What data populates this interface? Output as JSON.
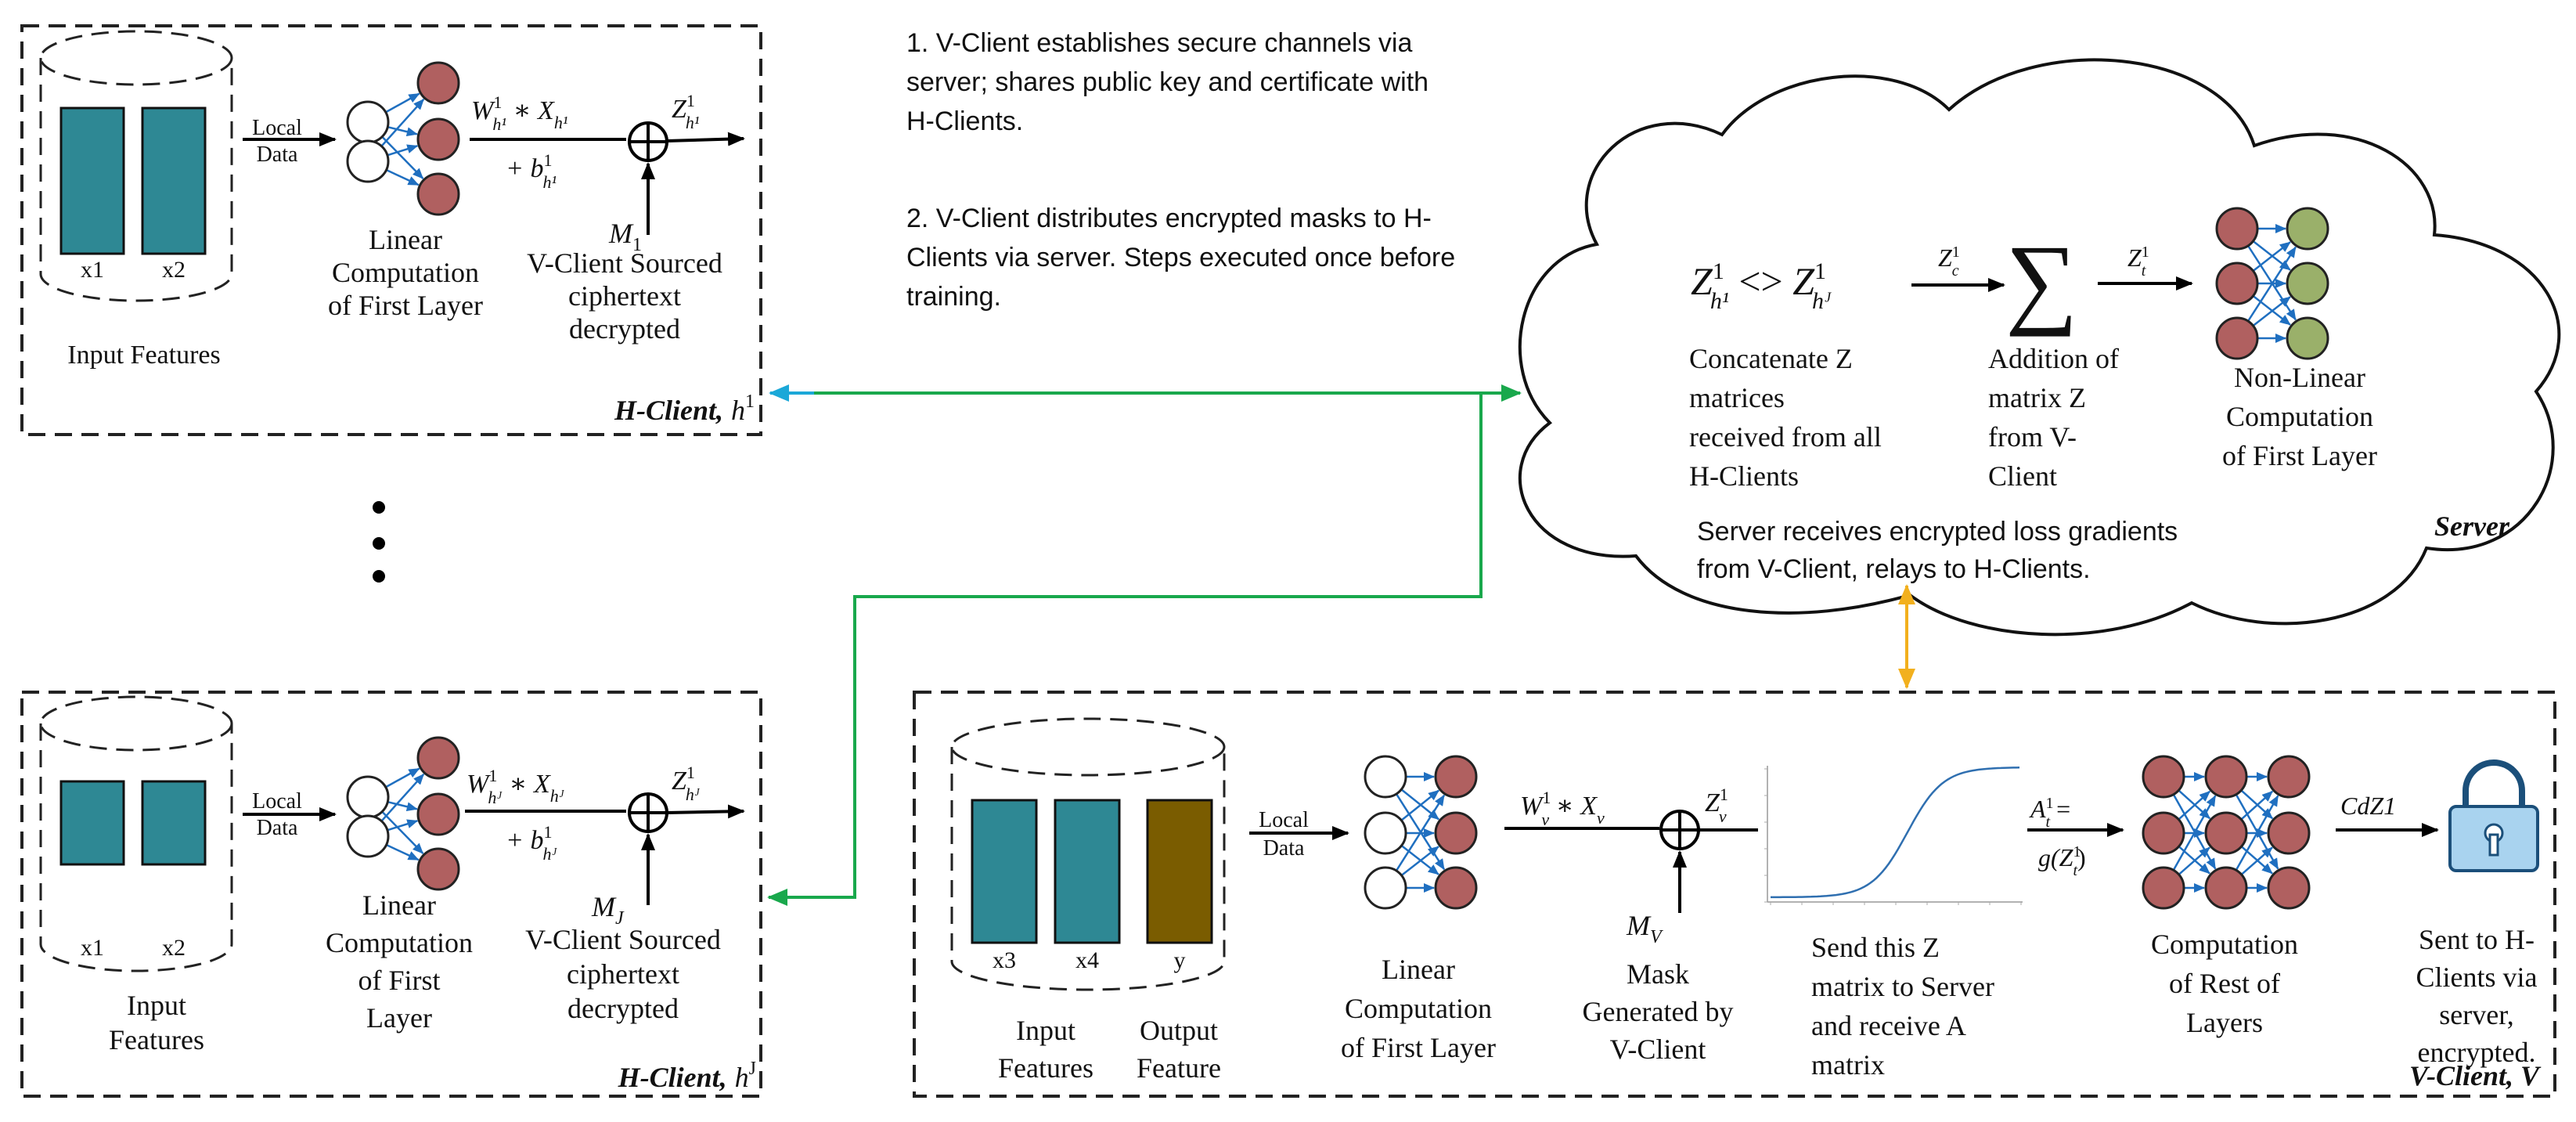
{
  "colors": {
    "teal": "#2e8894",
    "olive": "#7a5c00",
    "node_red": "#b06060",
    "node_green": "#9ab06a",
    "edge_blue": "#1f6fc0",
    "link_cyan": "#1ba8d8",
    "link_green": "#19a84c",
    "link_orange": "#f2b01e",
    "lock_blue": "#a9d3ef"
  },
  "notes": {
    "step1": [
      "1. V-Client establishes secure channels via",
      "server; shares public key and certificate with",
      "H-Clients."
    ],
    "step2": [
      "2. V-Client distributes encrypted masks to H-",
      "Clients via server. Steps executed once before",
      "training."
    ]
  },
  "h1": {
    "name": "H-Client,",
    "name_math": "h",
    "name_sup": "1",
    "db_cols": [
      "x1",
      "x2"
    ],
    "db_label": [
      "Input Features"
    ],
    "local_data": [
      "Local",
      "Data"
    ],
    "lin_label": [
      "Linear",
      "Computation",
      "of First Layer"
    ],
    "eq_top": "W",
    "eq_top_sup": "1",
    "eq_top_sub": "h¹",
    "eq_top_mid": " ∗ X",
    "eq_top_sub2": "h¹",
    "eq_bottom": "+ b",
    "eq_bottom_sup": "1",
    "eq_bottom_sub": "h¹",
    "z_out": "Z",
    "z_out_sup": "1",
    "z_out_sub": "h¹",
    "mask": "M",
    "mask_sub": "1",
    "mask_label": [
      "V-Client Sourced",
      "ciphertext",
      "decrypted"
    ]
  },
  "hj": {
    "name": "H-Client,",
    "name_math": "h",
    "name_sup": "J",
    "db_cols": [
      "x1",
      "x2"
    ],
    "db_label": [
      "Input",
      "Features"
    ],
    "local_data": [
      "Local",
      "Data"
    ],
    "lin_label": [
      "Linear",
      "Computation",
      "of First",
      "Layer"
    ],
    "eq_top": "W",
    "eq_top_sup": "1",
    "eq_top_sub": "hᴶ",
    "eq_top_mid": " ∗ X",
    "eq_top_sub2": "hᴶ",
    "eq_bottom": "+ b",
    "eq_bottom_sup": "1",
    "eq_bottom_sub": "hᴶ",
    "z_out": "Z",
    "z_out_sup": "1",
    "z_out_sub": "hᴶ",
    "mask": "M",
    "mask_sub": "J",
    "mask_label": [
      "V-Client Sourced",
      "ciphertext",
      "decrypted"
    ]
  },
  "ellipsis": "⋮",
  "server": {
    "name": "Server",
    "concat_expr": [
      "Z",
      "1",
      "h¹",
      " <> ",
      "Z",
      "1",
      "hᴶ"
    ],
    "zc": [
      "Z",
      "1",
      "c"
    ],
    "sum": "∑",
    "zt": [
      "Z",
      "1",
      "t"
    ],
    "concat_label": [
      "Concatenate Z",
      "matrices",
      "received from all",
      "H-Clients"
    ],
    "add_label": [
      "Addition of",
      "matrix Z",
      "from V-",
      "Client"
    ],
    "nonlin_label": [
      "Non-Linear",
      "Computation",
      "of First Layer"
    ],
    "loss_note": [
      "Server receives encrypted loss gradients",
      "from V-Client, relays to H-Clients."
    ]
  },
  "v": {
    "name": "V-Client, V",
    "db_cols": [
      "x3",
      "x4",
      "y"
    ],
    "input_label": [
      "Input",
      "Features"
    ],
    "output_label": [
      "Output",
      "Feature"
    ],
    "local_data": [
      "Local",
      "Data"
    ],
    "lin_label": [
      "Linear",
      "Computation",
      "of First Layer"
    ],
    "eq": [
      "W",
      "1",
      "v",
      " ∗ X",
      "v"
    ],
    "zv": [
      "Z",
      "1",
      "v"
    ],
    "mask": [
      "M",
      "V"
    ],
    "mask_label": [
      "Mask",
      "Generated by",
      "V-Client"
    ],
    "sigmoid_label": [
      "Send this Z",
      "matrix to Server",
      "and receive A",
      "matrix"
    ],
    "a_eq_top": [
      "A",
      "1",
      "t",
      " ="
    ],
    "a_eq_bottom": [
      "g(Z",
      "1",
      "t",
      ")"
    ],
    "rest_label": [
      "Computation",
      "of Rest of",
      "Layers"
    ],
    "cdz": "CdZ1",
    "sent_label": [
      "Sent to H-",
      "Clients via",
      "server,",
      "encrypted."
    ]
  }
}
